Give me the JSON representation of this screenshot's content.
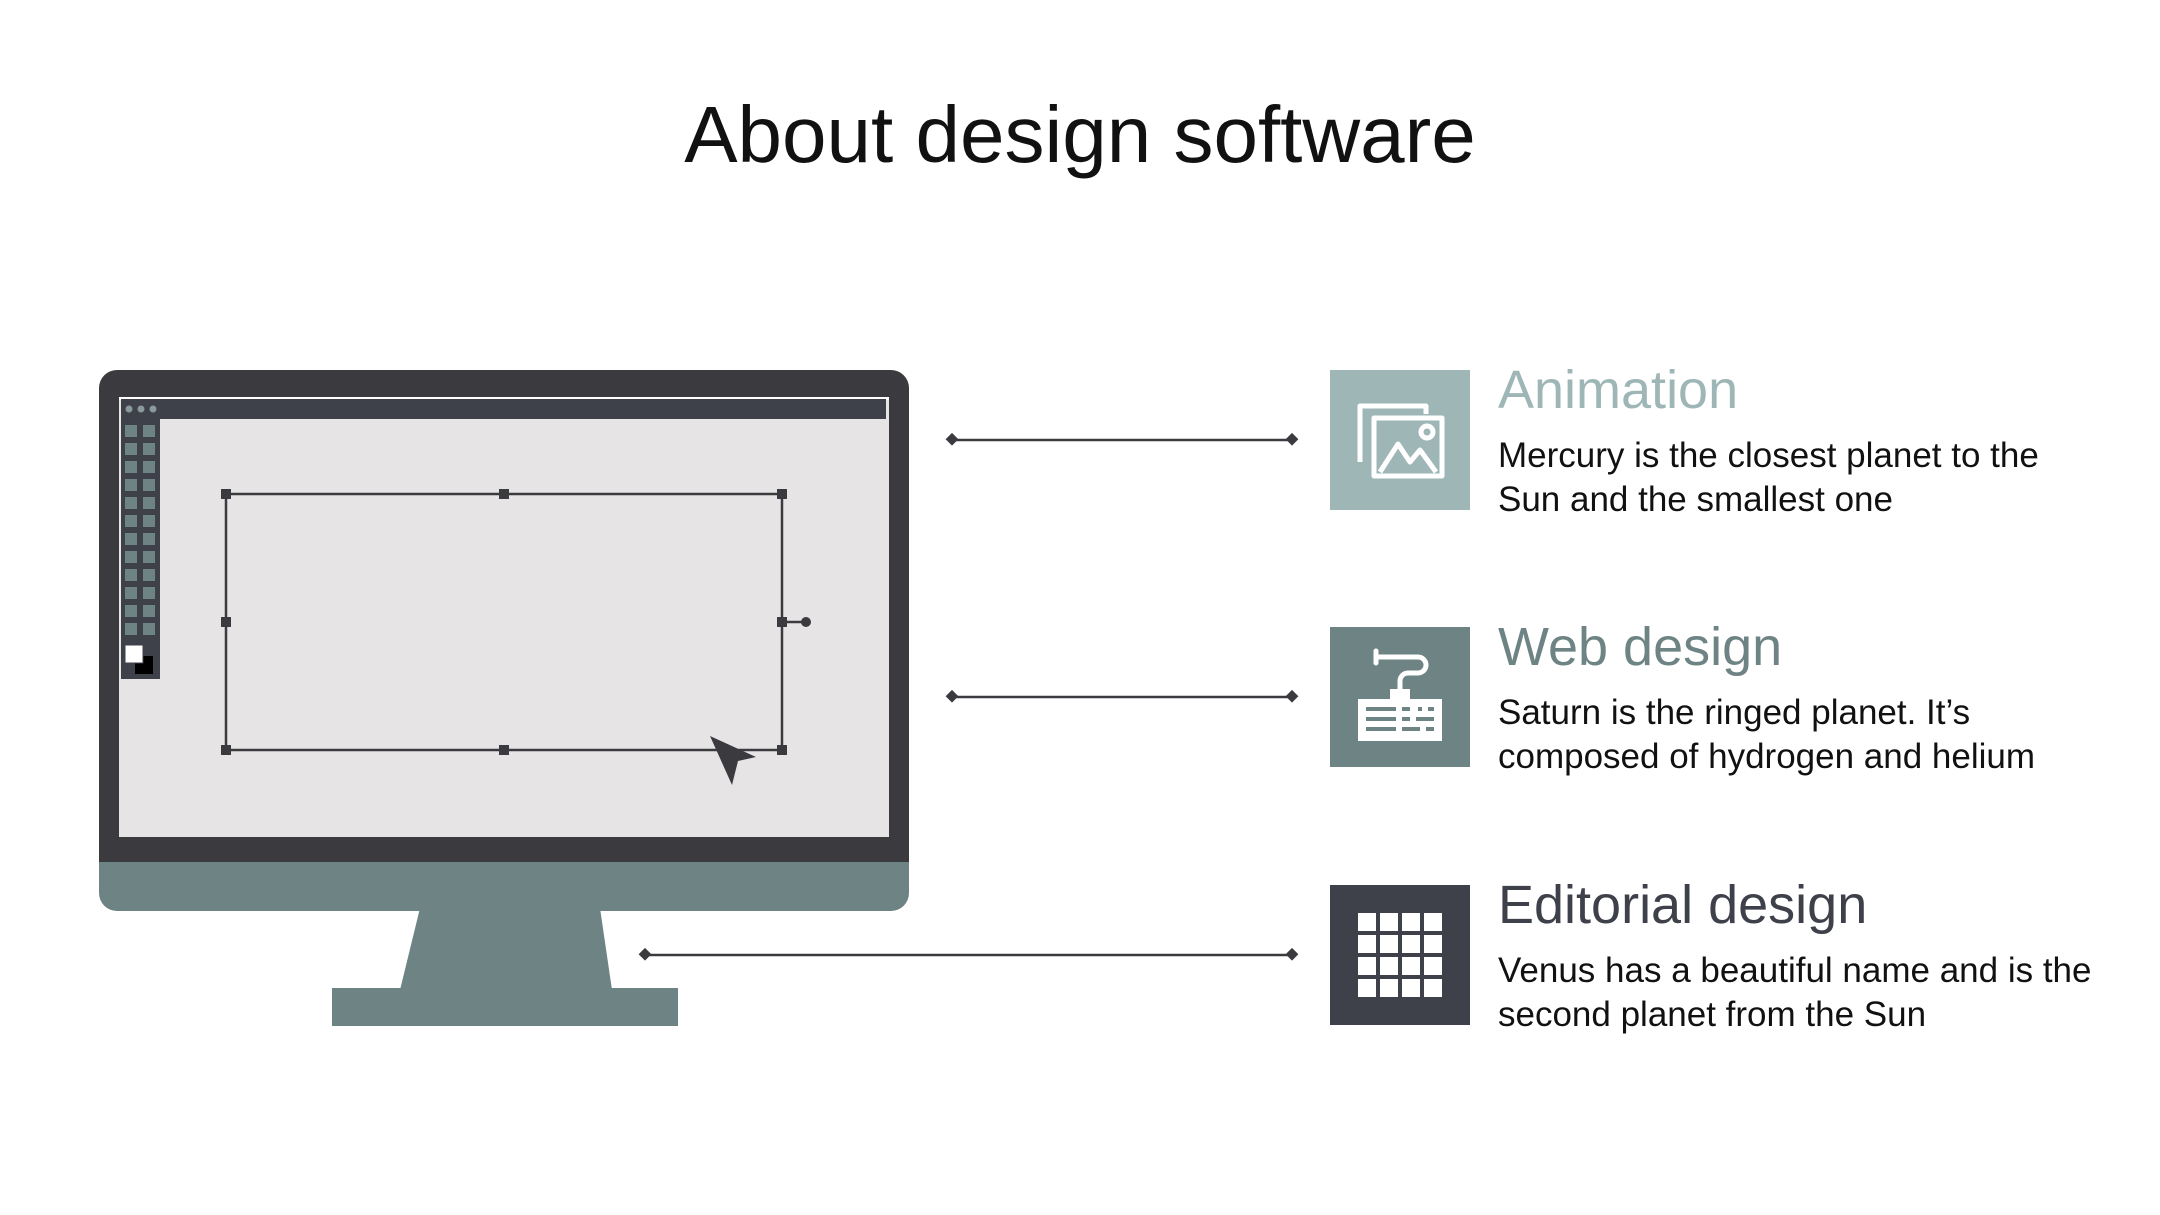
{
  "title": "About design software",
  "colors": {
    "dark": "#3b3a3f",
    "slate": "#6e8384",
    "light_slate": "#9fb6b7",
    "screen": "#e6e4e5",
    "navy": "#3e404a"
  },
  "items": [
    {
      "title": "Animation",
      "description": "Mercury is the closest planet to the Sun and the smallest one",
      "icon": "image-gallery-icon",
      "color": "#9fb6b7"
    },
    {
      "title": "Web design",
      "description": "Saturn is the ringed planet. It’s composed of hydrogen and helium",
      "icon": "keyboard-icon",
      "color": "#6e8384"
    },
    {
      "title": "Editorial design",
      "description": "Venus has a beautiful name and is the second planet from the Sun",
      "icon": "grid-layout-icon",
      "color": "#3e404a"
    }
  ]
}
